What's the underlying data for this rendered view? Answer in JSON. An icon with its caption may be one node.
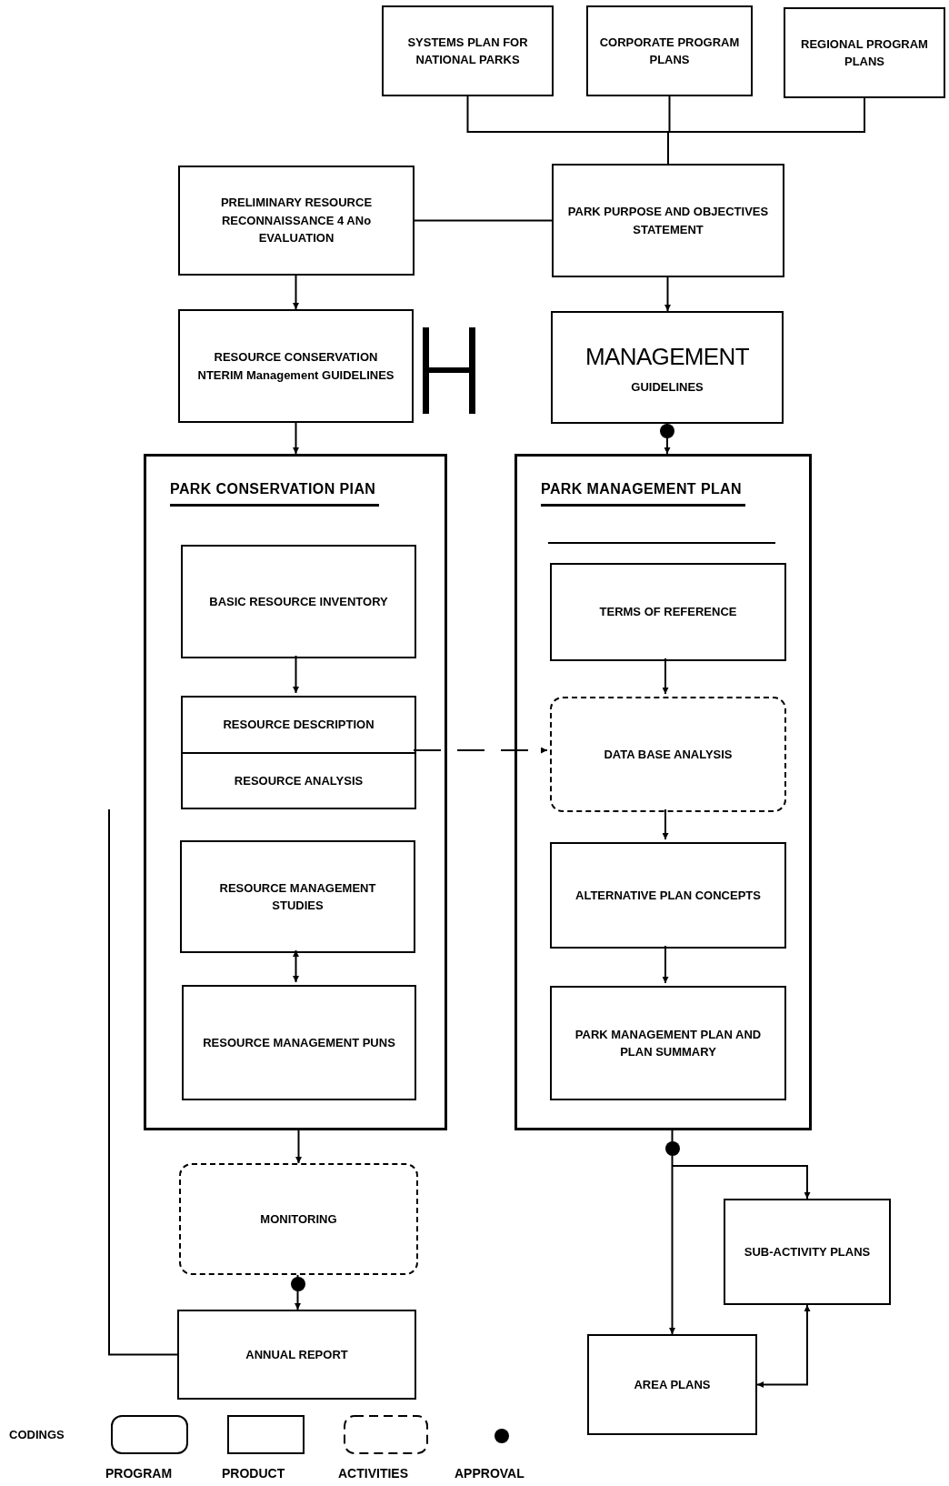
{
  "diagram": {
    "nodes": [
      {
        "text": [
          "SYSTEMS PLAN FOR NATIONAL PARKS"
        ]
      },
      {
        "text": [
          "CORPORATE PROGRAM PLANS"
        ]
      },
      {
        "text": [
          "REGIONAL PROGRAM PLANS"
        ]
      },
      {
        "text": [
          "PRELIMINARY RESOURCE RECONNAISSANCE 4 ANo EVALUATION"
        ]
      },
      {
        "text": [
          "PARK PURPOSE AND OBJECTIVES STATEMENT"
        ]
      },
      {
        "text": [
          "RESOURCE CONSERVATION NTERIM Management GUIDELINES"
        ]
      },
      {
        "text": [
          "MANAGEMENT",
          "GUIDELINES"
        ]
      },
      {
        "text": [
          "PARK CONSERVATION PIAN"
        ]
      },
      {
        "text": [
          "BASIC RESOURCE INVENTORY"
        ],
        "in": 7
      },
      {
        "text": [
          "RESOURCE DESCRIPTION",
          "RESOURCE ANALYSIS"
        ],
        "in": 7
      },
      {
        "text": [
          "RESOURCE MANAGEMENT STUDIES"
        ],
        "in": 7
      },
      {
        "text": [
          "RESOURCE MANAGEMENT PUNS"
        ],
        "in": 7
      },
      {
        "text": [
          "PARK MANAGEMENT PLAN"
        ]
      },
      {
        "text": [
          "TERMS OF REFERENCE"
        ],
        "in": 12
      },
      {
        "text": [
          "DATA BASE ANALYSIS"
        ],
        "in": 12
      },
      {
        "text": [
          "ALTERNATIVE PLAN CONCEPTS"
        ],
        "in": 12
      },
      {
        "text": [
          "PARK MANAGEMENT PLAN AND PLAN SUMMARY"
        ],
        "in": 12
      },
      {
        "text": [
          "MONITORING"
        ]
      },
      {
        "text": [
          "ANNUAL REPORT"
        ]
      },
      {
        "text": [
          "SUB-ACTIVITY PLANS"
        ]
      },
      {
        "text": [
          "AREA PLANS"
        ]
      }
    ],
    "edges": [
      {
        "from": 0,
        "to": 4,
        "arrow": "none"
      },
      {
        "from": 1,
        "to": 4,
        "arrow": "none"
      },
      {
        "from": 2,
        "to": 4,
        "arrow": "none"
      },
      {
        "from": 3,
        "to": 4,
        "arrow": "none"
      },
      {
        "from": 3,
        "to": 5,
        "arrow": "to"
      },
      {
        "from": 4,
        "to": 6,
        "arrow": "to"
      },
      {
        "from": 5,
        "to": 7,
        "arrow": "to"
      },
      {
        "from": 6,
        "to": 12,
        "arrow": "to"
      },
      {
        "from": 8,
        "to": 9,
        "arrow": "to"
      },
      {
        "from": 9,
        "to": 14,
        "arrow": "to",
        "style": "dashed"
      },
      {
        "from": 10,
        "to": 11,
        "arrow": "both"
      },
      {
        "from": 13,
        "to": 14,
        "arrow": "to"
      },
      {
        "from": 14,
        "to": 15,
        "arrow": "to"
      },
      {
        "from": 15,
        "to": 16,
        "arrow": "to"
      },
      {
        "from": 7,
        "to": 17,
        "arrow": "to"
      },
      {
        "from": 17,
        "to": 18,
        "arrow": "to"
      },
      {
        "from": 12,
        "to": 20,
        "arrow": "to"
      },
      {
        "from": 12,
        "to": 19,
        "arrow": "to"
      },
      {
        "from": 19,
        "to": 20,
        "arrow": "both"
      },
      {
        "from": 18,
        "to": null,
        "arrow": "none"
      }
    ],
    "labels": [
      "CODINGS"
    ],
    "legend": [
      {
        "text": "PROGRAM"
      },
      {
        "text": "PRODUCT"
      },
      {
        "text": "ACTIVITIES"
      },
      {
        "text": "APPROVAL"
      }
    ]
  }
}
